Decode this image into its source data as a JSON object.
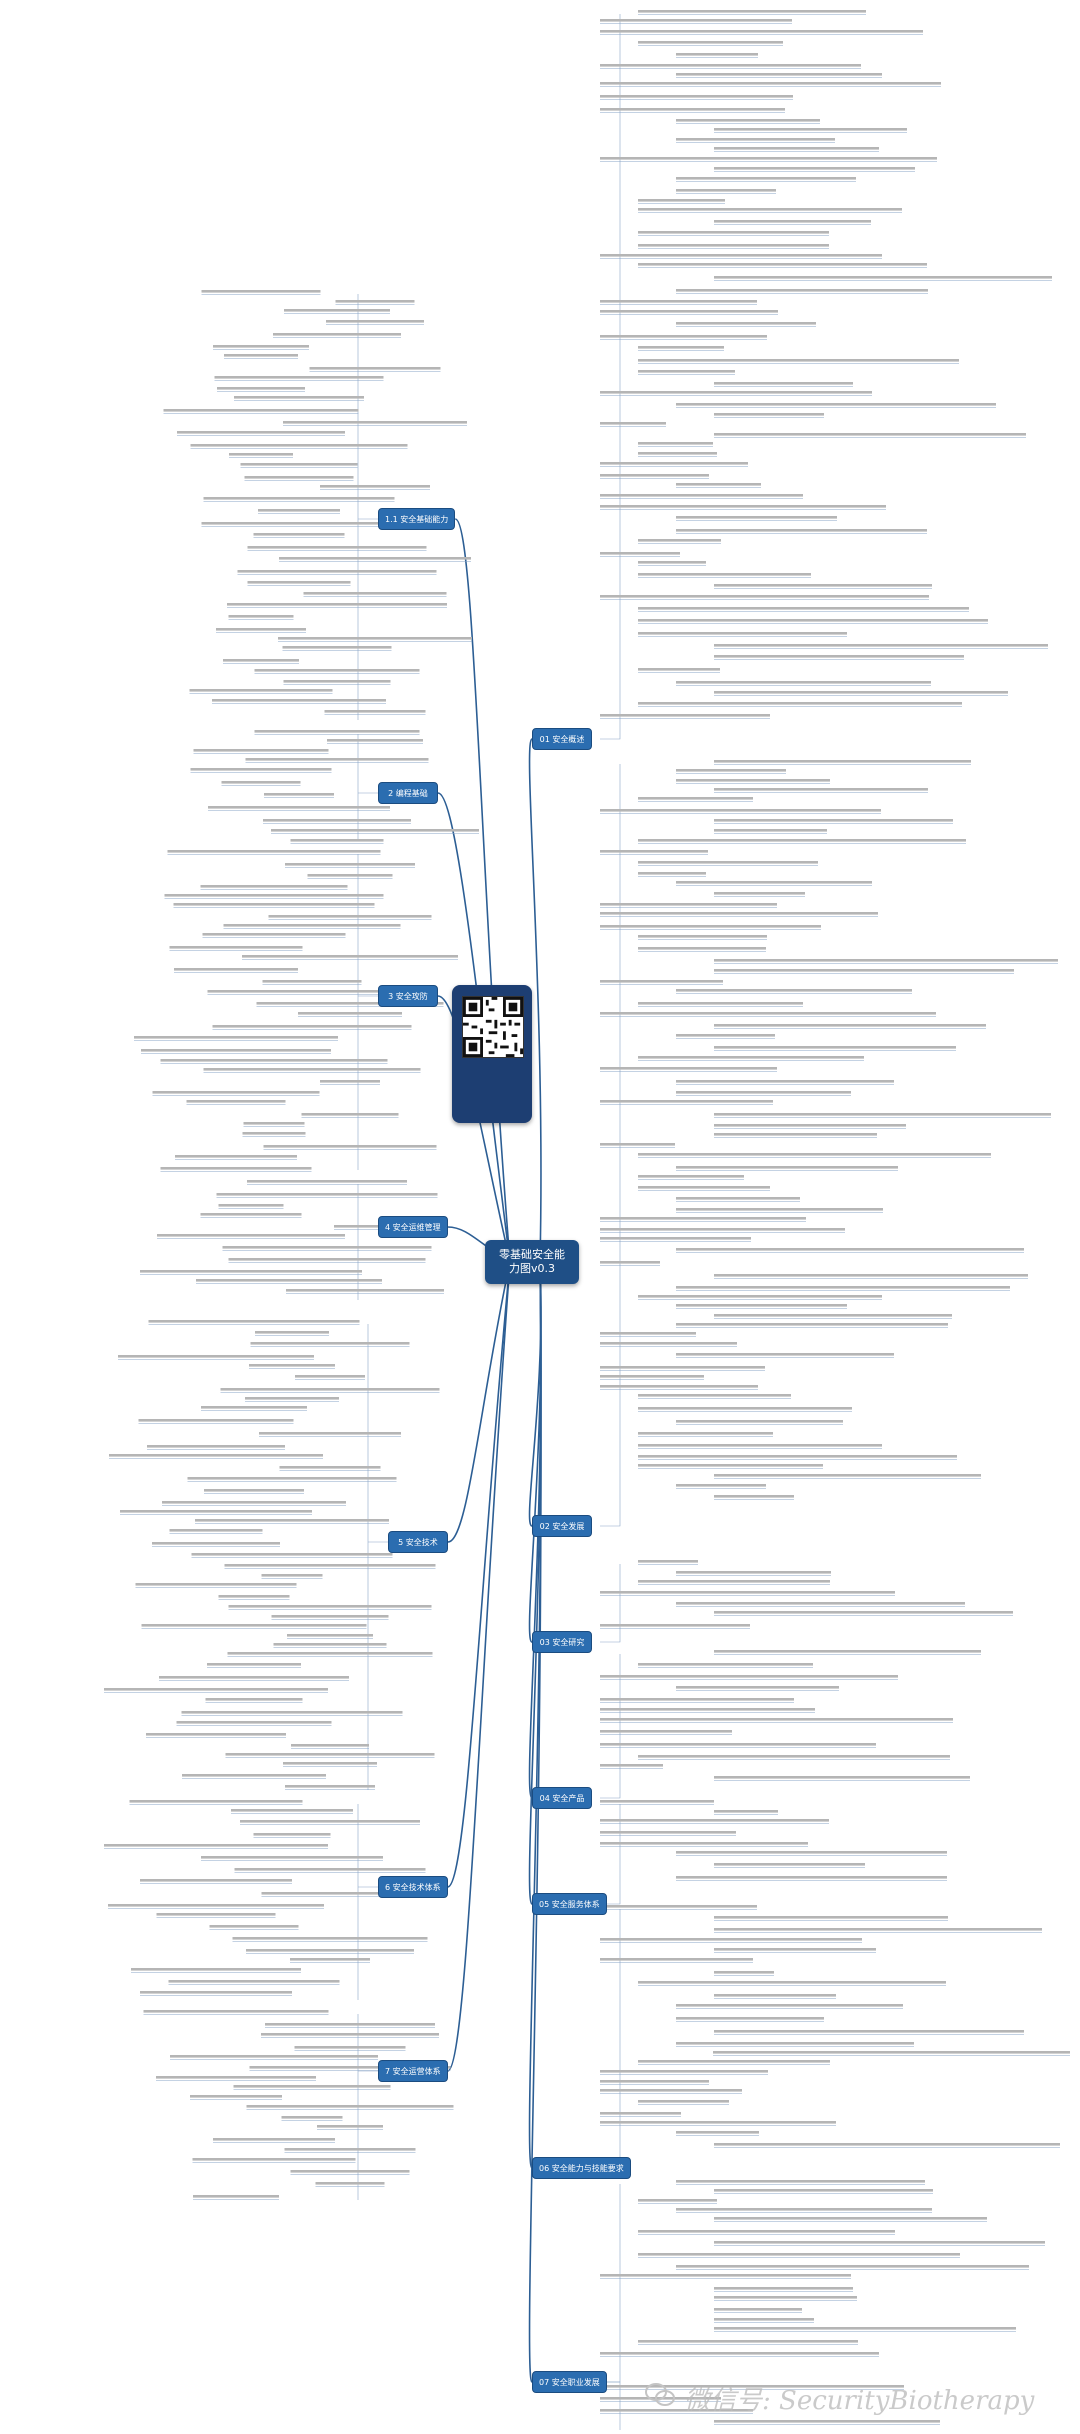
{
  "root": {
    "line1": "零基础安全能",
    "line2": "力图v0.3"
  },
  "center_caption": "",
  "branches": [
    {
      "id": "b1",
      "label": "01 安全概述"
    },
    {
      "id": "b2",
      "label": "1.1 安全基础能力"
    },
    {
      "id": "b3",
      "label": "2 编程基础"
    },
    {
      "id": "b4",
      "label": "3 安全攻防"
    },
    {
      "id": "b5",
      "label": "4 安全运维管理"
    },
    {
      "id": "b6",
      "label": "5 安全技术"
    },
    {
      "id": "b7",
      "label": "02 安全发展"
    },
    {
      "id": "b8",
      "label": "03 安全研究"
    },
    {
      "id": "b9",
      "label": "04 安全产品"
    },
    {
      "id": "b10",
      "label": "6 安全技术体系"
    },
    {
      "id": "b11",
      "label": "05 安全服务体系"
    },
    {
      "id": "b12",
      "label": "7 安全运营体系"
    },
    {
      "id": "b13",
      "label": "06 安全能力与技能要求"
    },
    {
      "id": "b14",
      "label": "07 安全职业发展"
    }
  ],
  "watermark": "微信号: SecurityBiotherapy",
  "colors": {
    "line": "#2c5e94",
    "node": "#2b6db0",
    "root": "#1f4f86",
    "text_gray": "#9a9a9a"
  }
}
